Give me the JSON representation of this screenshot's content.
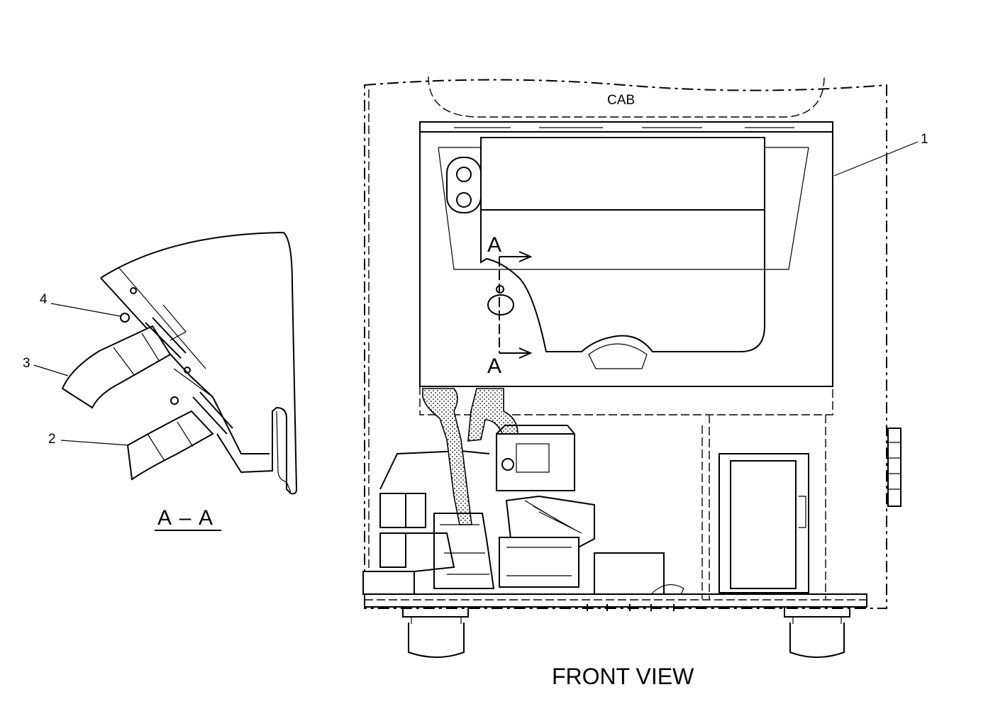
{
  "labels": {
    "cab": "CAB",
    "section_mark_top": "A",
    "section_mark_bottom": "A",
    "section_title": "A – A",
    "view_title": "FRONT VIEW"
  },
  "callouts": [
    {
      "id": "1"
    },
    {
      "id": "2"
    },
    {
      "id": "3"
    },
    {
      "id": "4"
    }
  ]
}
